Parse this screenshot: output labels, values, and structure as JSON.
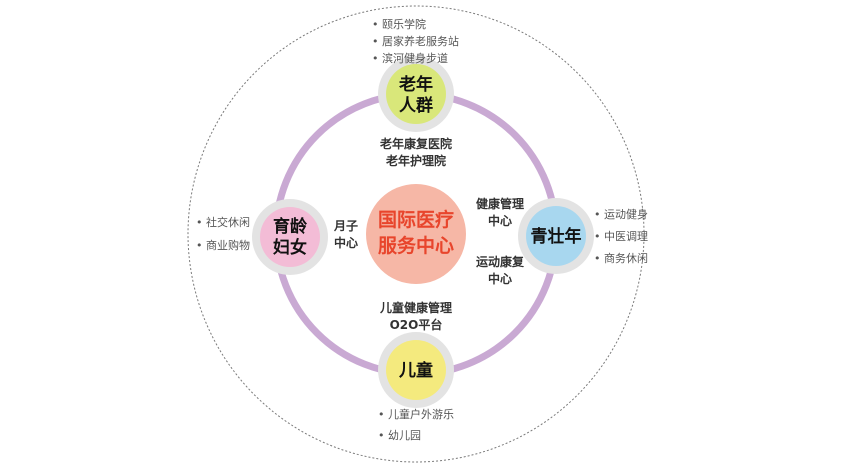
{
  "center": {
    "lines": [
      "国际医疗",
      "服务中心"
    ],
    "color": "#e8452c",
    "fill": "#f6b7a6"
  },
  "ring_color": "#c9a9d3",
  "nodes": {
    "top": {
      "lines": [
        "老年",
        "人群"
      ],
      "fill": "#d9e77a",
      "items": [
        "颐乐学院",
        "居家养老服务站",
        "滨河健身步道"
      ]
    },
    "left": {
      "lines": [
        "育龄",
        "妇女"
      ],
      "fill": "#f3bcd6",
      "items": [
        "社交休闲",
        "商业购物"
      ]
    },
    "right": {
      "lines": [
        "青壮年"
      ],
      "fill": "#a8d7ef",
      "items": [
        "运动健身",
        "中医调理",
        "商务休闲"
      ]
    },
    "bottom": {
      "lines": [
        "儿童"
      ],
      "fill": "#f4ea7e",
      "items": [
        "儿童户外游乐",
        "幼儿园"
      ]
    }
  },
  "links": {
    "top": [
      "老年康复医院",
      "老年护理院"
    ],
    "left": [
      "月子",
      "中心"
    ],
    "right_top": [
      "健康管理",
      "中心"
    ],
    "right_bottom": [
      "运动康复",
      "中心"
    ],
    "bottom": [
      "儿童健康管理",
      "O2O平台"
    ]
  }
}
